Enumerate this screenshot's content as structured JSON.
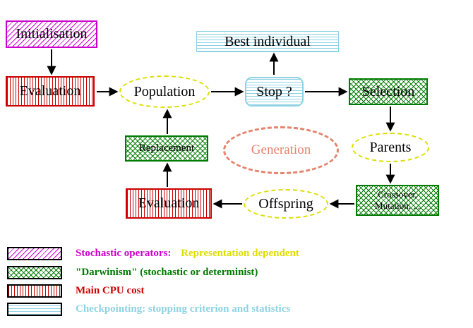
{
  "nodes": {
    "initialisation": {
      "label": "Initialisation"
    },
    "evaluation_top": {
      "label": "Evaluation"
    },
    "best_individual": {
      "label": "Best individual"
    },
    "population": {
      "label": "Population"
    },
    "stop": {
      "label": "Stop ?"
    },
    "selection": {
      "label": "Selection"
    },
    "parents": {
      "label": "Parents"
    },
    "crossover_mutation": {
      "line1": "Crossover,",
      "line2": "Mutation, ..."
    },
    "offspring": {
      "label": "Offspring"
    },
    "evaluation_bottom": {
      "label": "Evaluation"
    },
    "replacement": {
      "label": "Replacement"
    },
    "generation": {
      "label": "Generation"
    }
  },
  "legend": {
    "stochastic": {
      "label": "Stochastic operators:",
      "label2": "Representation dependent"
    },
    "darwinism": {
      "label": "\"Darwinism\" (stochastic or determinist)"
    },
    "main_cpu": {
      "label": "Main CPU cost"
    },
    "checkpointing": {
      "label": "Checkpointing: stopping criterion and statistics"
    }
  },
  "colors": {
    "magenta": "#cc00cc",
    "red": "#cc0000",
    "green": "#007a00",
    "yellow": "#dede00",
    "cyan": "#8ed2e4",
    "salmon": "#e5836e",
    "arrow": "#000000"
  }
}
